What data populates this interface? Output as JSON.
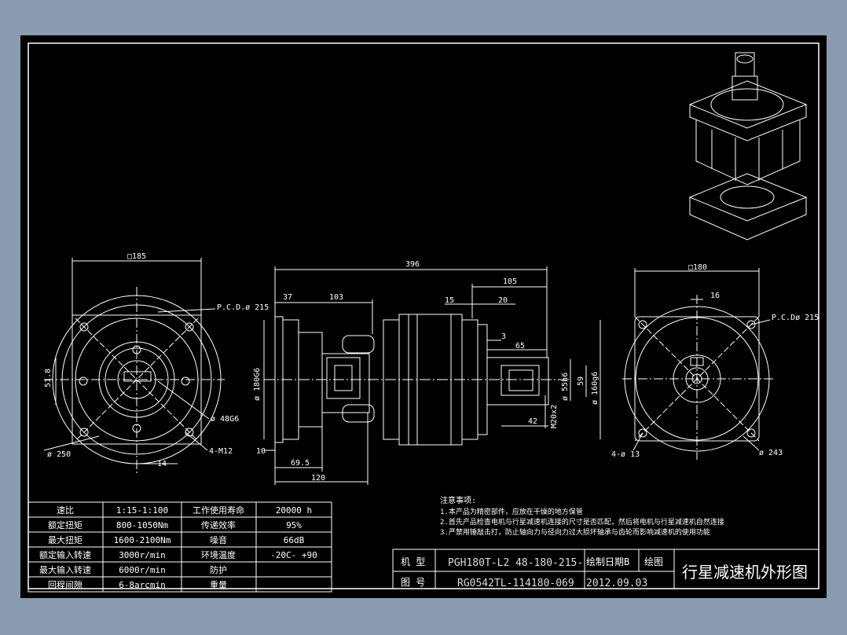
{
  "dims": {
    "left_square": "□185",
    "left_pcd": "P.C.D.ø 215",
    "left_518": "51.8",
    "left_d48": "ø 48G6",
    "left_d250": "ø 250",
    "left_14": "14",
    "left_4m12": "4-M12",
    "mid_396": "396",
    "mid_37": "37",
    "mid_103": "103",
    "mid_105": "105",
    "mid_15": "15",
    "mid_20": "20",
    "mid_3": "3",
    "mid_65": "65",
    "mid_d180": "ø 180G6",
    "mid_d55": "ø 55h6",
    "mid_59": "59",
    "mid_d160": "ø 160g6",
    "mid_m20": "M20x2",
    "mid_42": "42",
    "mid_10": "10",
    "mid_695": "69.5",
    "mid_120": "120",
    "right_square": "□180",
    "right_16": "16",
    "right_pcd": "P.C.Dø 215",
    "right_4d13": "4-ø 13",
    "right_d243": "ø 243"
  },
  "spec_table": {
    "rows": [
      [
        "速比",
        "1:15-1:100",
        "工作使用寿命",
        "20000 h"
      ],
      [
        "额定扭矩",
        "800-1050Nm",
        "传递效率",
        "95%"
      ],
      [
        "最大扭矩",
        "1600-2100Nm",
        "噪音",
        "66dB"
      ],
      [
        "额定输入转速",
        "3000r/min",
        "环境温度",
        "-20C- +90"
      ],
      [
        "最大输入转速",
        "6000r/min",
        "防护",
        ""
      ],
      [
        "回程间隙",
        "6-8arcmin",
        "重量",
        ""
      ]
    ]
  },
  "notes": {
    "title": "注意事项:",
    "lines": [
      "1.本产品为精密部件，应放在干燥的地方保管",
      "2.首先产品检查电机与行星减速机连接的尺寸是否匹配，然后将电机与行星减速机自然连接",
      "3.严禁用锤敲击打，防止轴向力与径向力过大损坏轴承与齿轮而影响减速机的使用功能"
    ]
  },
  "title_block": {
    "label_model": "机 型",
    "model": "PGH180T-L2 48-180-215-",
    "label_date": "绘制日期",
    "version": "B",
    "label_drawn": "绘图",
    "label_drawing_no": "图 号",
    "drawing_no": "RG0542TL-114180-069",
    "date": "2012.09.03",
    "title": "行星减速机外形图"
  }
}
